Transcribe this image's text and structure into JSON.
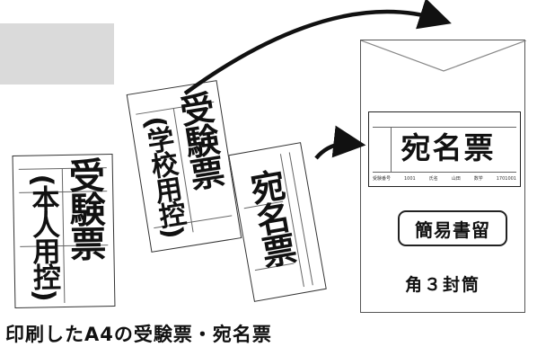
{
  "sheet_left": {
    "title": "受験票",
    "subtitle": "(本人用控)"
  },
  "sheet_middle": {
    "title": "受験票",
    "subtitle": "(学校用控)"
  },
  "sheet_right": {
    "title": "宛名票"
  },
  "envelope": {
    "label_title": "宛名票",
    "label_fields": [
      "受験番号",
      "1001",
      "氏名",
      "山田",
      "数学",
      "1701001"
    ],
    "registered_mail": "簡易書留",
    "envelope_name": "角３封筒"
  },
  "caption": "印刷したA4の受験票・宛名票"
}
